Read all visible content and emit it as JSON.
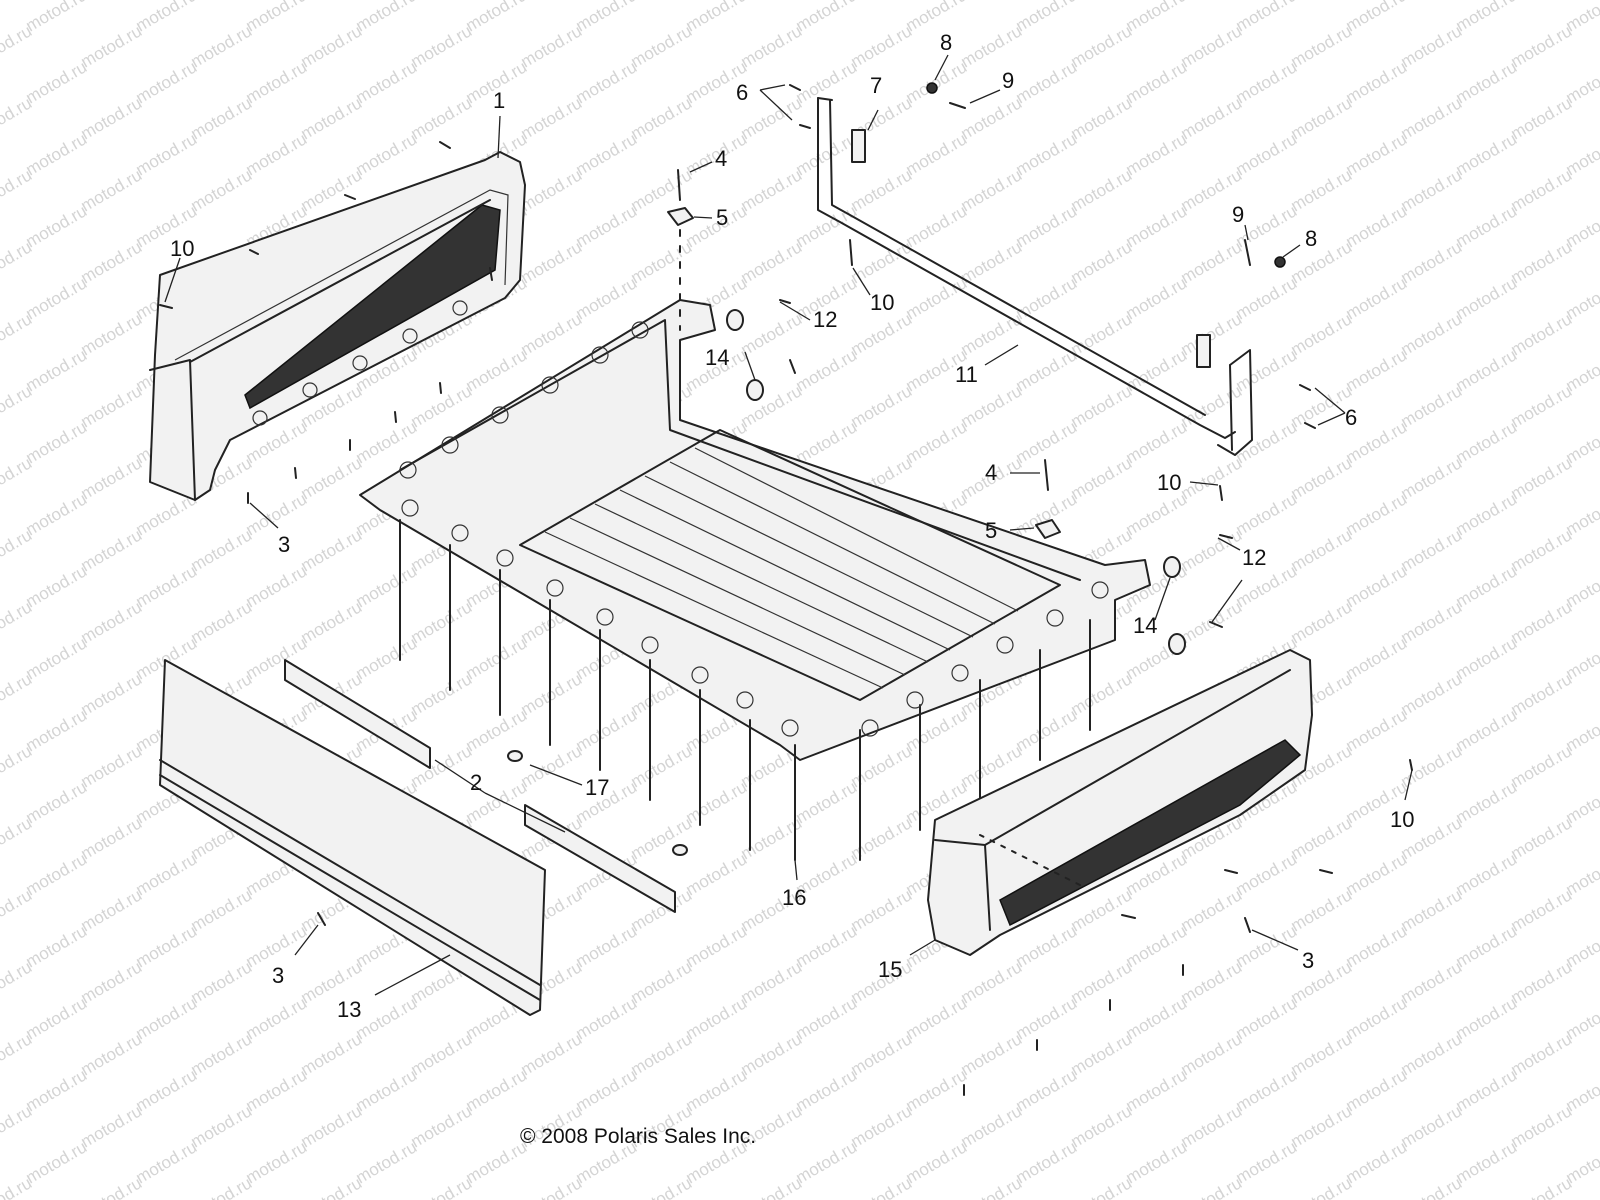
{
  "watermark_text": "motod.ru",
  "copyright": "© 2008 Polaris Sales Inc.",
  "callouts": [
    "1",
    "2",
    "3",
    "3",
    "3",
    "4",
    "4",
    "5",
    "5",
    "6",
    "6",
    "7",
    "8",
    "8",
    "9",
    "9",
    "10",
    "10",
    "10",
    "10",
    "11",
    "12",
    "12",
    "13",
    "14",
    "14",
    "15",
    "16",
    "17"
  ],
  "colors": {
    "line": "#222222",
    "watermark": "#d4d4d4",
    "background": "#ffffff"
  }
}
